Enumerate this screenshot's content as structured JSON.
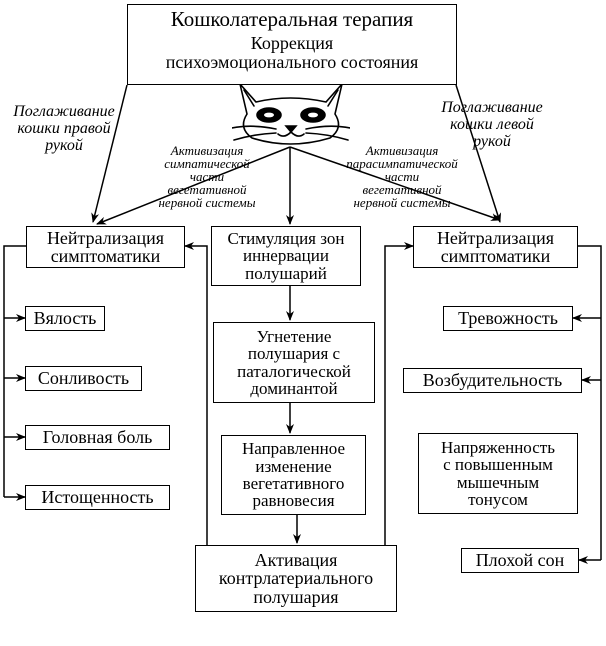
{
  "title": "Кошколатеральная терапия",
  "subtitle": [
    "Коррекция",
    "психоэмоционального состояния"
  ],
  "stroke_right_hand": [
    "Поглаживание",
    "кошки правой",
    "рукой"
  ],
  "stroke_left_hand": [
    "Поглаживание",
    "кошки левой",
    "рукой"
  ],
  "sympathetic": [
    "Активизация",
    "симпатической",
    "части",
    "вегетативной",
    "нервной системы"
  ],
  "parasympathetic": [
    "Активизация",
    "парасимпатической",
    "части",
    "вегетативной",
    "нервной системы"
  ],
  "left_neutralization": [
    "Нейтрализация",
    "симптоматики"
  ],
  "right_neutralization": [
    "Нейтрализация",
    "симптоматики"
  ],
  "center_chain": {
    "stimulation": [
      "Стимуляция зон",
      "иннервации",
      "полушарий"
    ],
    "suppression": [
      "Угнетение",
      "полушария с",
      "паталогической",
      "доминантой"
    ],
    "directed_change": [
      "Направленное",
      "изменение",
      "вегетативного",
      "равновесия"
    ],
    "activation": [
      "Активация",
      "контрлатериального",
      "полушария"
    ]
  },
  "left_symptoms": [
    "Вялость",
    "Сонливость",
    "Головная боль",
    "Истощенность"
  ],
  "right_symptoms": [
    "Тревожность",
    "Возбудительность",
    [
      "Напряженность",
      "с повышенным",
      "мышечным",
      "тонусом"
    ],
    "Плохой сон"
  ],
  "line_color": "#000000"
}
